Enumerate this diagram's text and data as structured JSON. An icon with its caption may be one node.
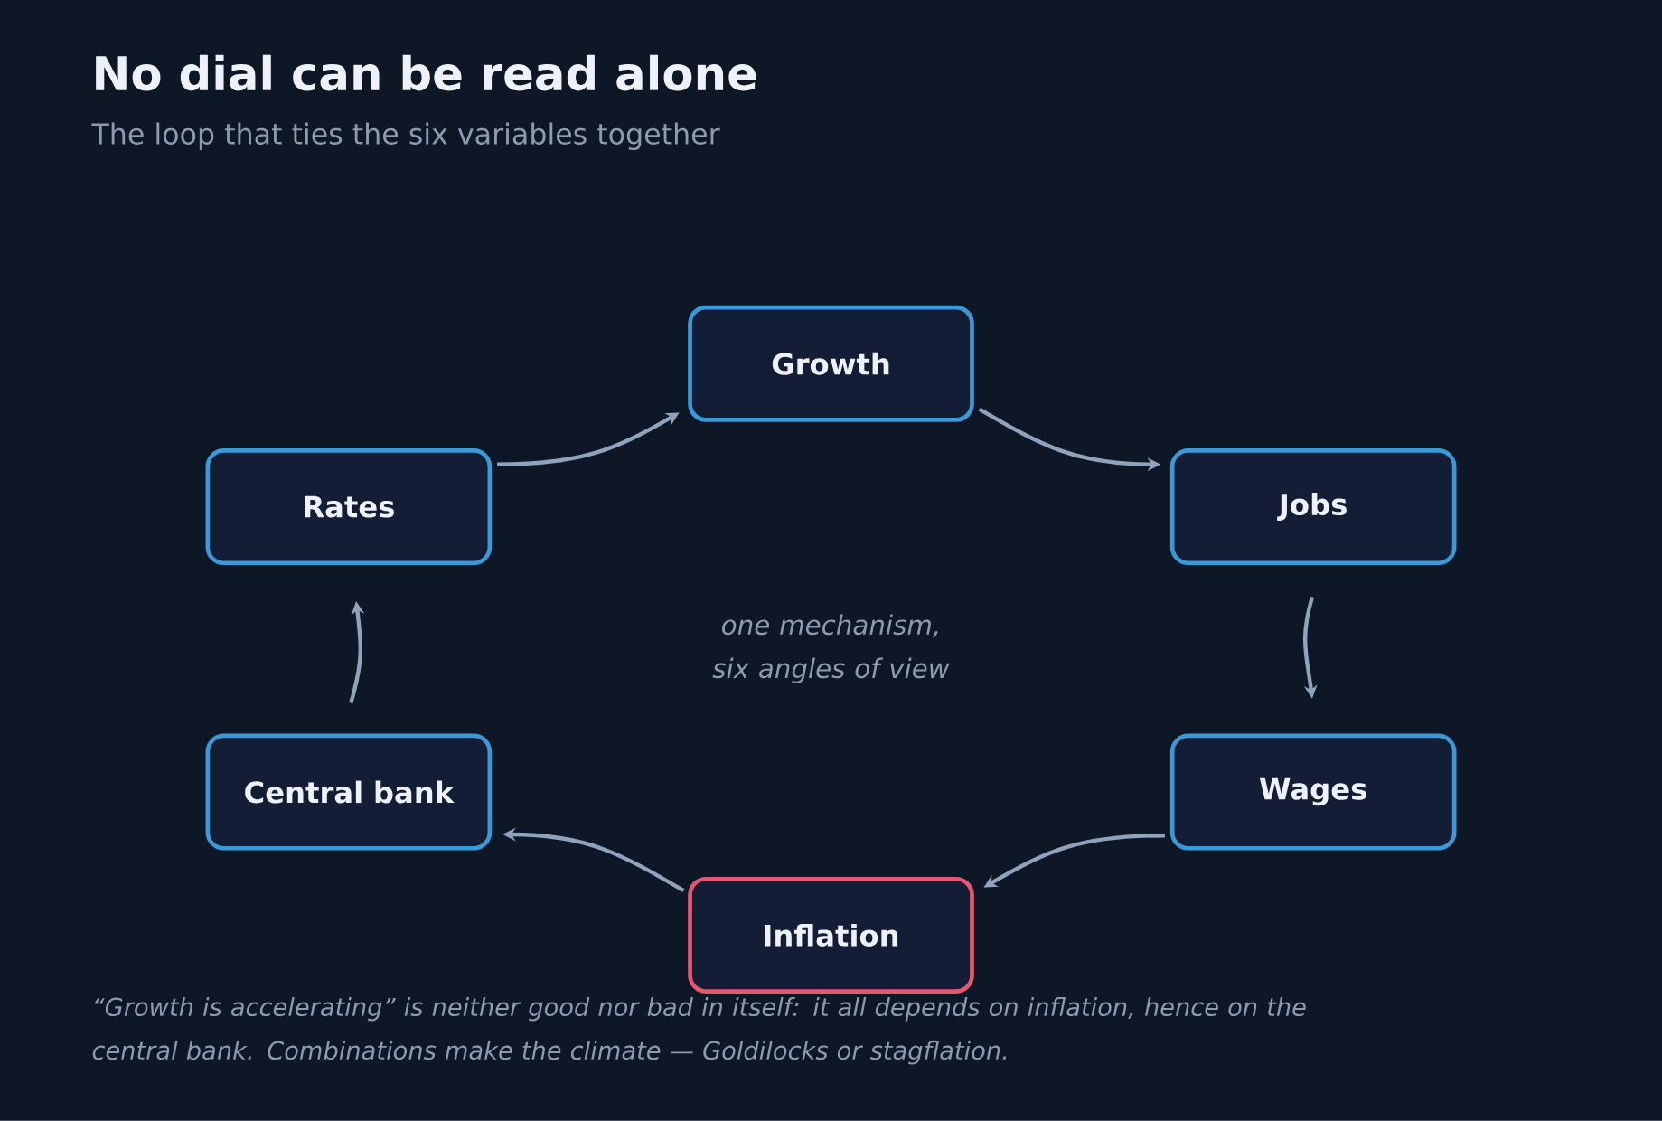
{
  "diagram": {
    "title": "No dial can be read alone",
    "caption": "“Growth is accelerating” is neither good nor bad in itself: it all depends on inflation, hence on the central bank. Combinations make the climate — Goldilocks or stagflation.",
    "nodes": [
      {
        "text": [
          "Growth"
        ]
      },
      {
        "text": [
          "Rates"
        ]
      },
      {
        "text": [
          "Jobs"
        ]
      },
      {
        "text": [
          "Central bank"
        ]
      },
      {
        "text": [
          "Wages"
        ]
      },
      {
        "text": [
          "Inflation"
        ]
      }
    ],
    "edges": [
      {
        "from": 1,
        "to": 0,
        "arrow": "to"
      },
      {
        "from": 0,
        "to": 2,
        "arrow": "to"
      },
      {
        "from": 2,
        "to": 4,
        "arrow": "to"
      },
      {
        "from": 4,
        "to": 5,
        "arrow": "to"
      },
      {
        "from": 5,
        "to": 3,
        "arrow": "to"
      },
      {
        "from": 3,
        "to": 1,
        "arrow": "to"
      }
    ],
    "labels": [
      "The loop that ties the six variables together",
      "one mechanism, six angles of view"
    ]
  }
}
